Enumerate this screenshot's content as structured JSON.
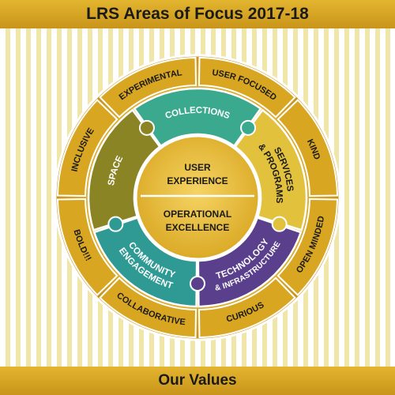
{
  "title": "LRS Areas of Focus 2017-18",
  "footer": "Our Values",
  "core": {
    "top": [
      "USER",
      "EXPERIENCE"
    ],
    "bottom": [
      "OPERATIONAL",
      "EXCELLENCE"
    ]
  },
  "focus_areas": [
    {
      "id": "collections",
      "lines": [
        "COLLECTIONS"
      ],
      "color": "#3aa98d"
    },
    {
      "id": "services",
      "lines": [
        "SERVICES",
        "& PROGRAMS"
      ],
      "color": "#e2c13c"
    },
    {
      "id": "technology",
      "lines": [
        "TECHNOLOGY",
        "& INFRASTRUCTURE"
      ],
      "color": "#5a3f8c"
    },
    {
      "id": "community",
      "lines": [
        "COMMUNITY",
        "ENGAGEMENT"
      ],
      "color": "#2f9a94"
    },
    {
      "id": "space",
      "lines": [
        "SPACE"
      ],
      "color": "#8a8424"
    }
  ],
  "values": [
    "EXPERIMENTAL",
    "USER FOCUSED",
    "KIND",
    "OPEN MINDED",
    "CURIOUS",
    "COLLABORATIVE",
    "BOLD!!!",
    "INCLUSIVE"
  ],
  "colors": {
    "gold": "#d9a621",
    "gold_light": "#f0cd52",
    "stripe": "#efe6a8",
    "core": "#e8b92c"
  }
}
